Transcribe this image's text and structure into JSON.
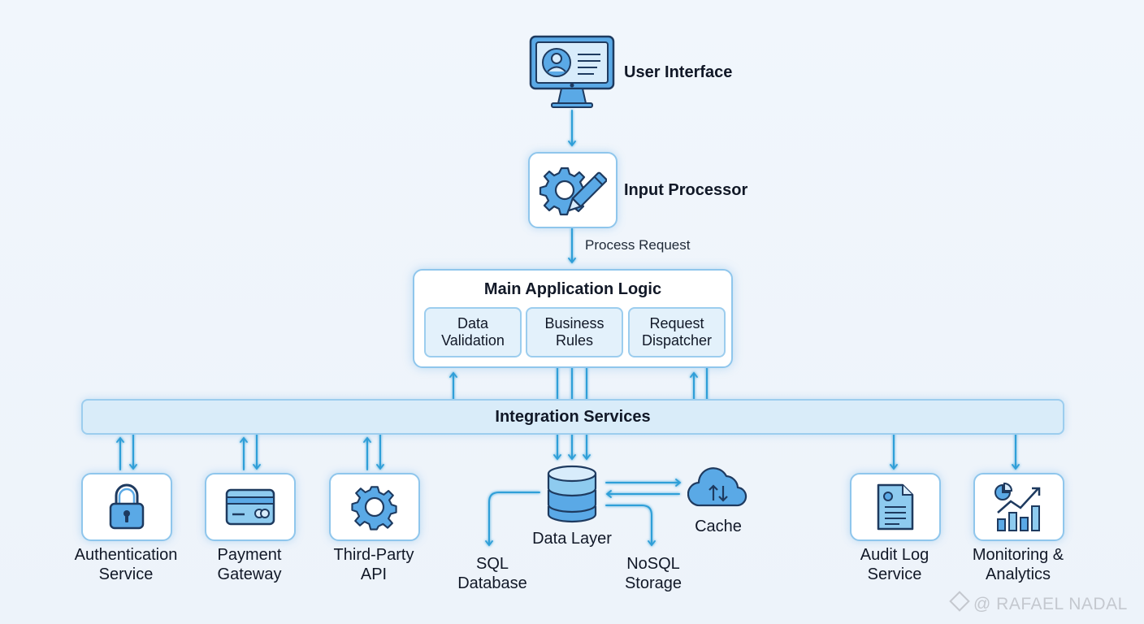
{
  "top": {
    "title": "User Interface"
  },
  "input": {
    "title": "Input Processor",
    "edge_label": "Process Request"
  },
  "main": {
    "title": "Main Application Logic",
    "modules": [
      "Data\nValidation",
      "Business\nRules",
      "Request\nDispatcher"
    ]
  },
  "integration": {
    "title": "Integration Services"
  },
  "services": [
    {
      "line1": "Authentication",
      "line2": "Service",
      "icon": "lock-icon"
    },
    {
      "line1": "Payment",
      "line2": "Gateway",
      "icon": "credit-card-icon"
    },
    {
      "line1": "Third-Party",
      "line2": "API",
      "icon": "gear-icon"
    },
    {
      "line1": "Audit Log",
      "line2": "Service",
      "icon": "document-icon"
    },
    {
      "line1": "Monitoring &",
      "line2": "Analytics",
      "icon": "chart-icon"
    }
  ],
  "data_layer": {
    "title": "Data Layer",
    "sql": [
      "SQL",
      "Database"
    ],
    "nosql": [
      "NoSQL",
      "Storage"
    ],
    "cache": "Cache"
  },
  "watermark": "@ RAFAEL NADAL",
  "colors": {
    "accent": "#2f9fd8",
    "icon_fill": "#5aa9e6",
    "icon_stroke": "#1e3a5f"
  }
}
